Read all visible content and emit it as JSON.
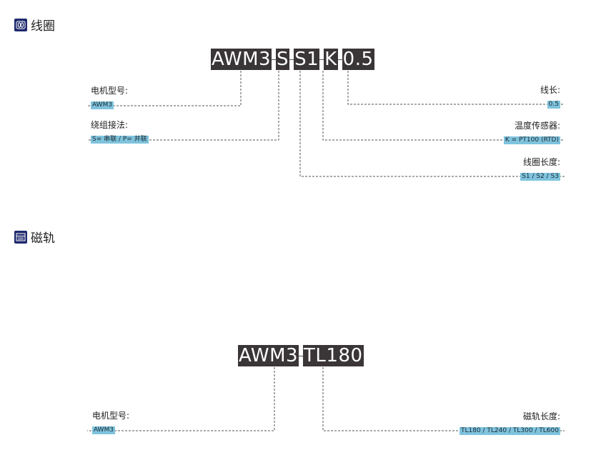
{
  "coil": {
    "title": "线圈",
    "segments": [
      "AWM3",
      "S",
      "S1",
      "K",
      "0.5"
    ],
    "fields": {
      "model": {
        "title": "电机型号:",
        "value": "AWM3"
      },
      "winding": {
        "title": "绕组接法:",
        "value": "S= 串联 / P= 并联"
      },
      "length": {
        "title": "线长:",
        "value": "0.5"
      },
      "sensor": {
        "title": "温度传感器:",
        "value": "K = PT100 (RTD)"
      },
      "coil_length": {
        "title": "线圈长度:",
        "value": "S1 / S2 / S3"
      }
    }
  },
  "track": {
    "title": "磁轨",
    "segments": [
      "AWM3",
      "TL180"
    ],
    "fields": {
      "model": {
        "title": "电机型号:",
        "value": "AWM3"
      },
      "track_length": {
        "title": "磁轨长度:",
        "value": "TL180 / TL240 / TL300 / TL600"
      }
    }
  },
  "colors": {
    "code_bg": "#3a3536",
    "value_bg": "#7fc3dd",
    "icon_bg": "#1f2a6e"
  }
}
